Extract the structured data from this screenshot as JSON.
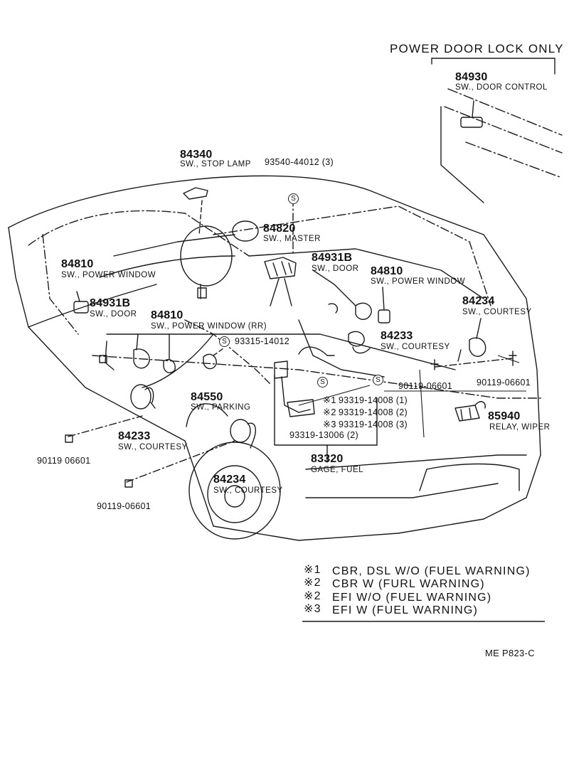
{
  "header": {
    "power_door_lock_only": "POWER DOOR LOCK ONLY"
  },
  "parts": [
    {
      "number": "84930",
      "name": "SW., DOOR CONTROL"
    },
    {
      "number": "84340",
      "name": "SW., STOP LAMP"
    },
    {
      "number": "84820",
      "name": "SW., MASTER"
    },
    {
      "number": "84810",
      "name": "SW., POWER WINDOW"
    },
    {
      "number": "84931B",
      "name": "SW., DOOR"
    },
    {
      "number": "84810",
      "name": "SW., POWER WINDOW"
    },
    {
      "number": "84931B",
      "name": "SW., DOOR"
    },
    {
      "number": "84234",
      "name": "SW., COURTESY"
    },
    {
      "number": "84810",
      "name": "SW., POWER WINDOW (RR)"
    },
    {
      "number": "84233",
      "name": "SW., COURTESY"
    },
    {
      "number": "84550",
      "name": "SW., PARKING"
    },
    {
      "number": "84233",
      "name": "SW., COURTESY"
    },
    {
      "number": "84234",
      "name": "SW., COURTESY"
    },
    {
      "number": "85940",
      "name": "RELAY, WIPER"
    },
    {
      "number": "83320",
      "name": "GAGE, FUEL"
    }
  ],
  "refs": {
    "screw_top": "93540-44012 (3)",
    "screw_mid": "93315-14012",
    "bolt_a": "90119-06601",
    "bolt_b": "90119-06601",
    "bolt_c": "90119 06601",
    "bolt_d": "90119-06601",
    "gage_1": "93319-14008 (1)",
    "gage_2": "93319-14008 (2)",
    "gage_3": "93319-14008 (3)",
    "gage_4": "93319-13006 (2)",
    "gage_1_mark": "※1",
    "gage_2_mark": "※2",
    "gage_3_mark": "※3",
    "s_mark": "S"
  },
  "legend": [
    {
      "mark": "※1",
      "text": "CBR, DSL  W/O (FUEL WARNING)"
    },
    {
      "mark": "※2",
      "text": "CBR  W (FURL  WARNING)"
    },
    {
      "mark": "※2",
      "text": "EFI  W/O (FUEL WARNING)"
    },
    {
      "mark": "※3",
      "text": "EFI  W (FUEL WARNING)"
    }
  ],
  "footer": {
    "code": "ME  P823-C"
  }
}
